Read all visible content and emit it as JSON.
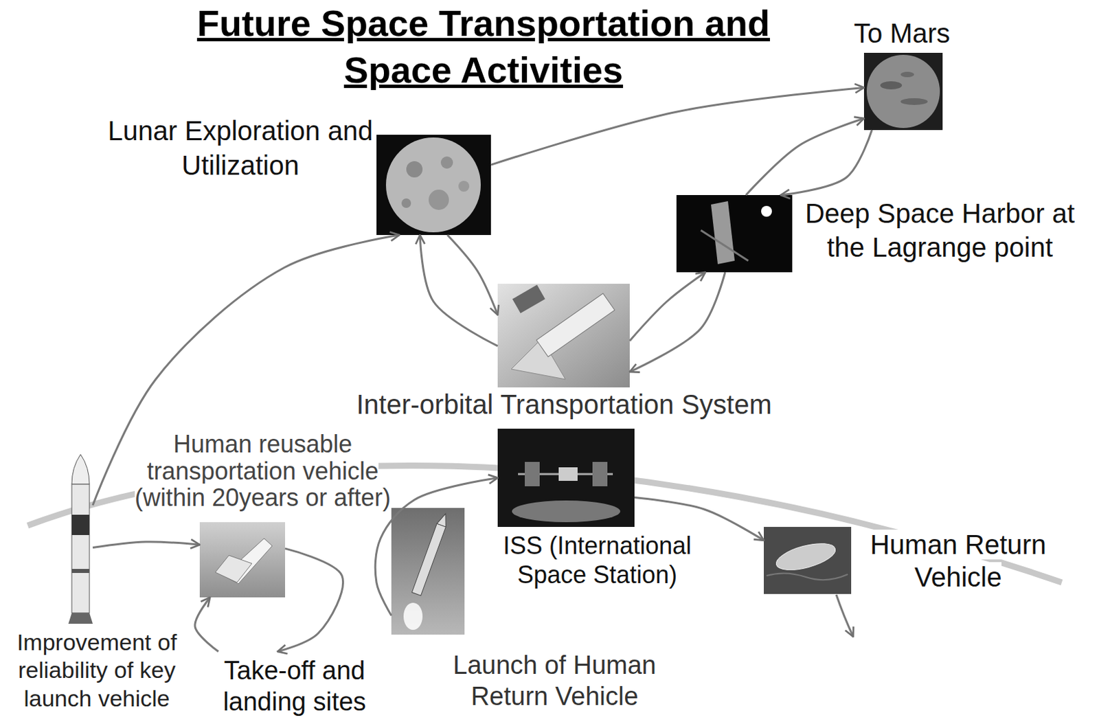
{
  "diagram": {
    "title": "Future Space Transportation and Space Activities",
    "nodes": [
      {
        "text": [
          "To Mars"
        ]
      },
      {
        "text": [
          "Lunar Exploration and Utilization"
        ]
      },
      {
        "text": [
          "Deep Space Harbor at the Lagrange point"
        ]
      },
      {
        "text": [
          "Inter-orbital Transportation System"
        ]
      },
      {
        "text": [
          "Human reusable transportation vehicle (within 20years or after)"
        ]
      },
      {
        "text": [
          "ISS (International Space Station)"
        ]
      },
      {
        "text": [
          "Human Return Vehicle"
        ]
      },
      {
        "text": [
          "Improvement of reliability of key launch vehicle"
        ]
      },
      {
        "text": [
          "Take-off and landing sites"
        ]
      },
      {
        "text": [
          "Launch of Human Return Vehicle"
        ]
      }
    ],
    "edges": [
      {
        "from": 7,
        "to": 1,
        "arrow": "to"
      },
      {
        "from": 7,
        "to": 4,
        "arrow": "to"
      },
      {
        "from": 1,
        "to": 0,
        "arrow": "to"
      },
      {
        "from": 3,
        "to": 1,
        "arrow": "to"
      },
      {
        "from": 1,
        "to": 3,
        "arrow": "to"
      },
      {
        "from": 3,
        "to": 2,
        "arrow": "to"
      },
      {
        "from": 2,
        "to": 3,
        "arrow": "to"
      },
      {
        "from": 2,
        "to": 0,
        "arrow": "to"
      },
      {
        "from": 0,
        "to": 2,
        "arrow": "to"
      },
      {
        "from": 8,
        "to": 4,
        "arrow": "to"
      },
      {
        "from": 4,
        "to": 8,
        "arrow": "to"
      },
      {
        "from": 9,
        "to": 5,
        "arrow": "to"
      },
      {
        "from": 5,
        "to": 6,
        "arrow": "to"
      }
    ]
  }
}
